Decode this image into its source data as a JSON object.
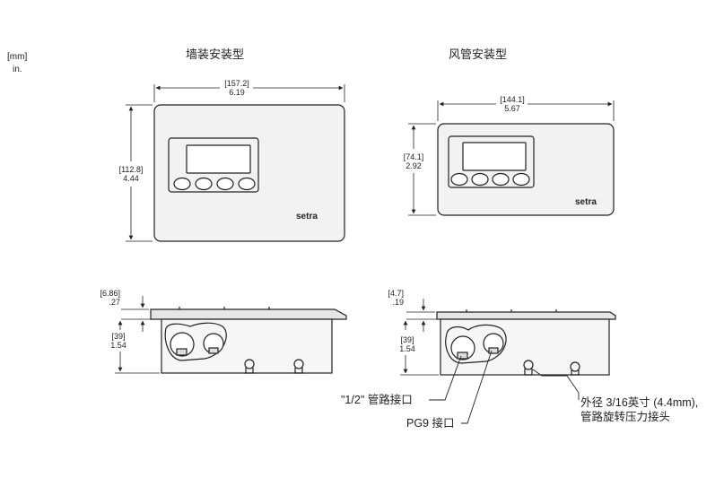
{
  "units": {
    "mm": "[mm]",
    "in": "in."
  },
  "views": {
    "wall": {
      "title": "墙装安装型",
      "width": {
        "mm": "[157.2]",
        "in": "6.19"
      },
      "height": {
        "mm": "[112.8]",
        "in": "4.44"
      },
      "lip": {
        "mm": "[6.86]",
        "in": ".27"
      },
      "depth": {
        "mm": "[39]",
        "in": "1.54"
      },
      "logo": "setra"
    },
    "duct": {
      "title": "风管安装型",
      "width": {
        "mm": "[144.1]",
        "in": "5.67"
      },
      "height": {
        "mm": "[74.1]",
        "in": "2.92"
      },
      "lip": {
        "mm": "[4.7]",
        "in": ".19"
      },
      "depth": {
        "mm": "[39]",
        "in": "1.54"
      },
      "logo": "setra"
    }
  },
  "callouts": {
    "conduit": "\"1/2\" 管路接口",
    "pg9": "PG9 接口",
    "pressure_line1": "外径 3/16英寸 (4.4mm),",
    "pressure_line2": "管路旋转压力接头"
  }
}
